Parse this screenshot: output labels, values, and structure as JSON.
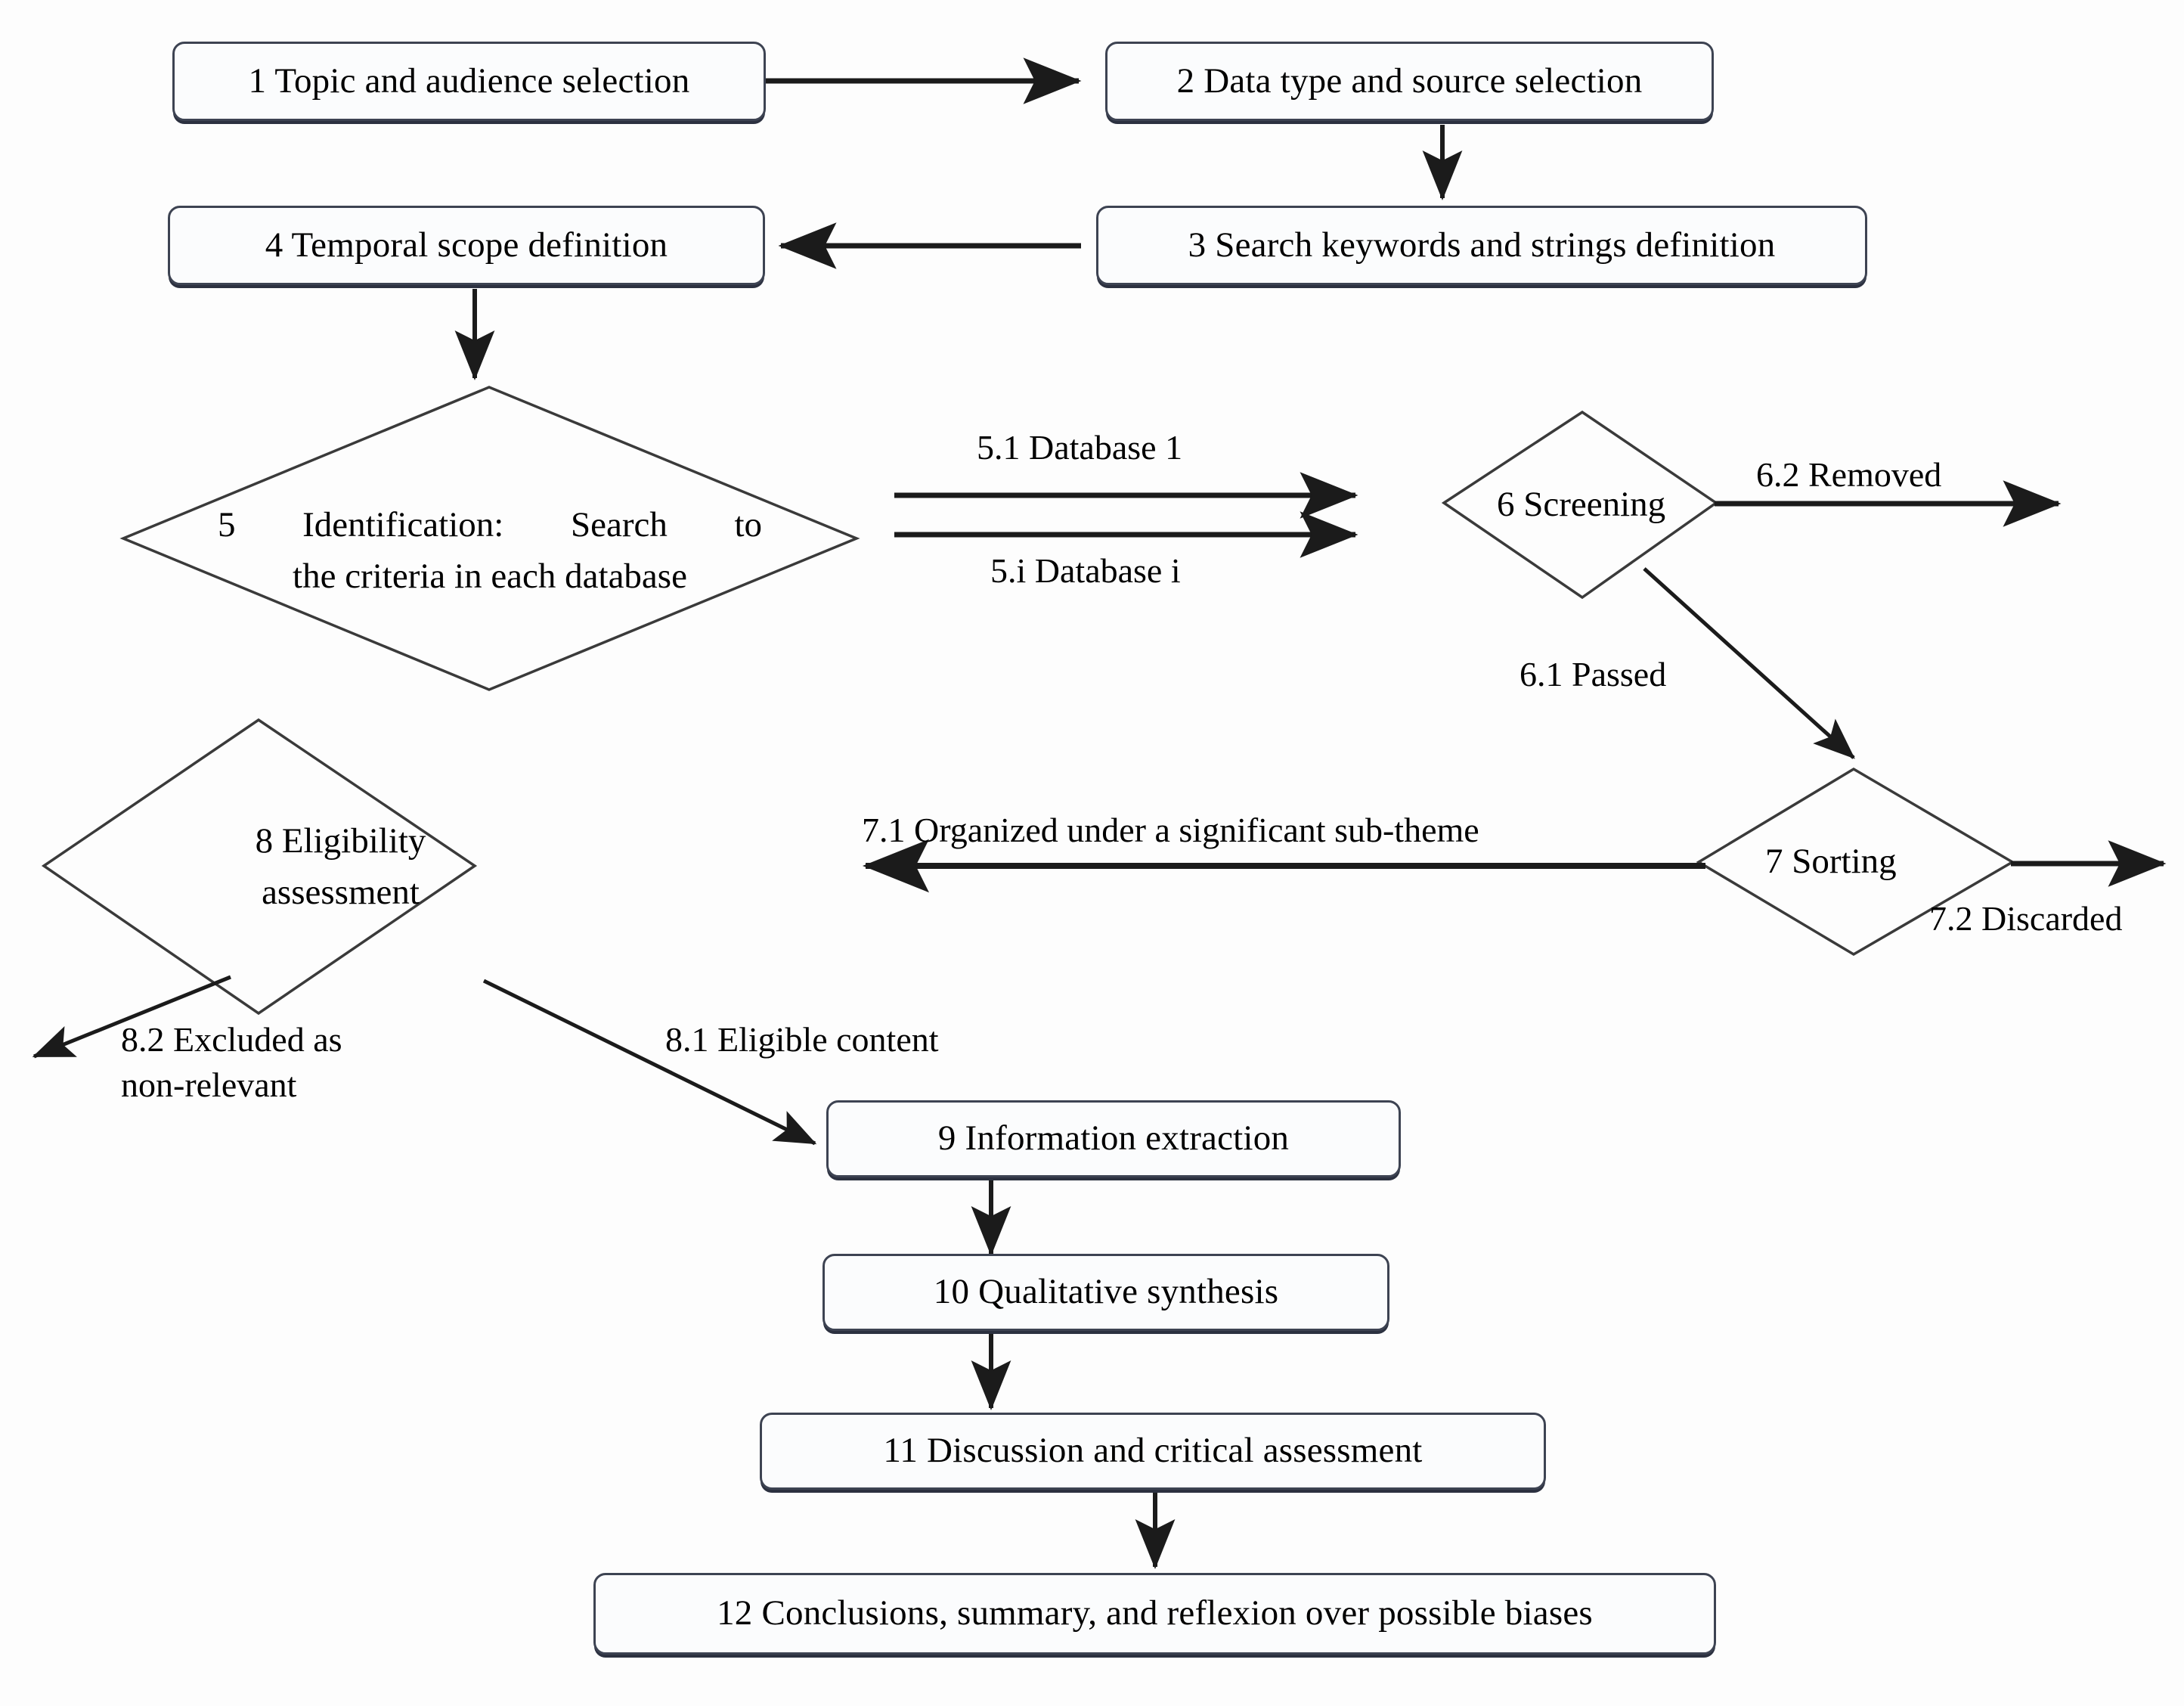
{
  "diagram": {
    "title": "Systematic literature review methodology flowchart",
    "stroke_color": "#3d4352",
    "line_color": "#1b1b1b",
    "background": "#ffffff"
  },
  "nodes": {
    "n1": {
      "label": "1 Topic and audience selection",
      "shape": "rounded-rect"
    },
    "n2": {
      "label": "2 Data type and source selection",
      "shape": "rounded-rect"
    },
    "n3": {
      "label": "3 Search keywords and strings definition",
      "shape": "rounded-rect"
    },
    "n4": {
      "label": "4 Temporal scope definition",
      "shape": "rounded-rect"
    },
    "n5": {
      "shape": "diamond",
      "line1": "5",
      "line1b": "Identification:",
      "line1c": "Search",
      "line1d": "to",
      "line2": "the criteria in each database"
    },
    "n6": {
      "label": "6 Screening",
      "shape": "diamond"
    },
    "n7": {
      "label": "7 Sorting",
      "shape": "diamond"
    },
    "n8": {
      "label": "8 Eligibility assessment",
      "shape": "diamond"
    },
    "n9": {
      "label": "9 Information extraction",
      "shape": "rounded-rect"
    },
    "n10": {
      "label": "10 Qualitative synthesis",
      "shape": "rounded-rect"
    },
    "n11": {
      "label": "11 Discussion and critical assessment",
      "shape": "rounded-rect"
    },
    "n12": {
      "label": "12 Conclusions, summary, and reflexion over possible biases",
      "shape": "rounded-rect"
    }
  },
  "edge_labels": {
    "e51": "5.1 Database 1",
    "e5i": "5.i Database i",
    "e62": "6.2 Removed",
    "e61": "6.1 Passed",
    "e71": "7.1 Organized under a significant sub-theme",
    "e72": "7.2 Discarded",
    "e82_l1": "8.2  Excluded  as",
    "e82_l2": "non-relevant",
    "e81": "8.1 Eligible content"
  },
  "edges": [
    {
      "from": "n1",
      "to": "n2",
      "direction": "right"
    },
    {
      "from": "n2",
      "to": "n3",
      "direction": "down"
    },
    {
      "from": "n3",
      "to": "n4",
      "direction": "left"
    },
    {
      "from": "n4",
      "to": "n5",
      "direction": "down"
    },
    {
      "from": "n5",
      "to": "n6",
      "direction": "right",
      "label": "5.1 Database 1"
    },
    {
      "from": "n5",
      "to": "n6",
      "direction": "right",
      "label": "5.i Database i"
    },
    {
      "from": "n6",
      "to": "out",
      "direction": "right",
      "label": "6.2 Removed"
    },
    {
      "from": "n6",
      "to": "n7",
      "direction": "down-right",
      "label": "6.1 Passed"
    },
    {
      "from": "n7",
      "to": "n8",
      "direction": "left",
      "label": "7.1 Organized under a significant sub-theme"
    },
    {
      "from": "n7",
      "to": "out",
      "direction": "right",
      "label": "7.2 Discarded"
    },
    {
      "from": "n8",
      "to": "out",
      "direction": "down-left",
      "label": "8.2  Excluded  as non-relevant"
    },
    {
      "from": "n8",
      "to": "n9",
      "direction": "down-right",
      "label": "8.1 Eligible content"
    },
    {
      "from": "n9",
      "to": "n10",
      "direction": "down"
    },
    {
      "from": "n10",
      "to": "n11",
      "direction": "down"
    },
    {
      "from": "n11",
      "to": "n12",
      "direction": "down"
    }
  ]
}
